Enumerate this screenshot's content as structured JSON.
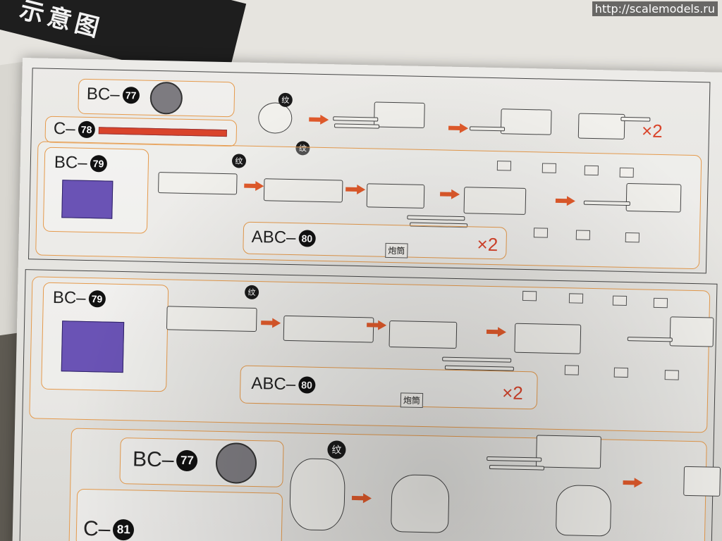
{
  "watermark": "http://scalemodels.ru",
  "banner_text": "示意图",
  "step1": {
    "bc77": {
      "prefix": "BC–",
      "num": "77"
    },
    "c78": {
      "prefix": "C–",
      "num": "78"
    },
    "tag": "纹",
    "times": "×2"
  },
  "step2": {
    "bc79": {
      "prefix": "BC–",
      "num": "79"
    },
    "abc80": {
      "prefix": "ABC–",
      "num": "80"
    },
    "tag": "纹",
    "barrel_label": "炮筒",
    "times": "×2"
  },
  "step3": {
    "bc79": {
      "prefix": "BC–",
      "num": "79"
    },
    "abc80": {
      "prefix": "ABC–",
      "num": "80"
    },
    "tag": "纹",
    "barrel_label": "炮筒",
    "times": "×2"
  },
  "step4": {
    "bc77": {
      "prefix": "BC–",
      "num": "77"
    },
    "c81": {
      "prefix": "C–",
      "num": "81"
    },
    "tag": "纹"
  }
}
